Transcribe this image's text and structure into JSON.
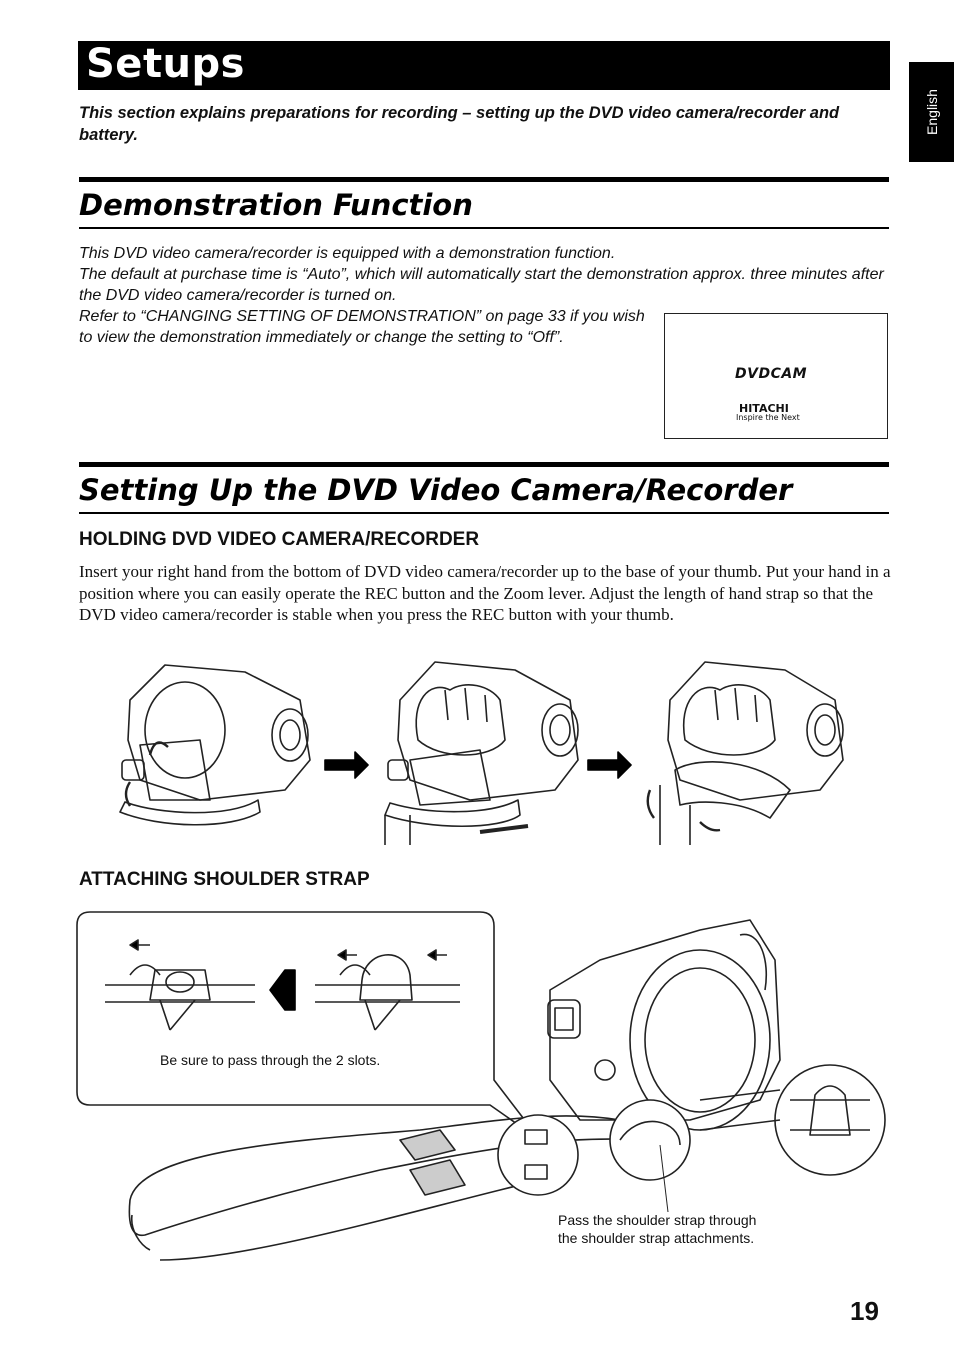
{
  "page": {
    "title": "Setups",
    "language_tab": "English",
    "page_number": "19",
    "intro": "This section explains preparations for recording – setting up the DVD video camera/recorder and battery."
  },
  "demonstration": {
    "heading": "Demonstration Function",
    "line1": "This DVD video camera/recorder is equipped with a demonstration function.",
    "line2": "The default at purchase time is “Auto”, which will automatically start the demonstration approx. three minutes after the DVD video camera/recorder is turned on.",
    "line3": "Refer to “CHANGING SETTING OF DEMONSTRATION” on page 33 if you wish to view the demonstration immediately or change the setting to “Off”.",
    "screen": {
      "logo_text": "DVDCAM",
      "brand": "HITACHI",
      "tagline": "Inspire the Next"
    }
  },
  "setup": {
    "heading": "Setting Up the DVD Video Camera/Recorder",
    "holding_heading": "HOLDING DVD VIDEO CAMERA/RECORDER",
    "holding_text": "Insert your right hand from the bottom of DVD video camera/recorder up to the base of your thumb. Put your hand in a position where you can easily operate the REC button and the Zoom lever. Adjust the length of hand strap so that the DVD video camera/recorder is stable when you press the REC button with your thumb.",
    "strap_heading": "ATTACHING SHOULDER STRAP",
    "slots_caption": "Be sure to pass through the 2 slots.",
    "attach_caption_1": "Pass the shoulder strap through",
    "attach_caption_2": "the shoulder strap attachments."
  }
}
